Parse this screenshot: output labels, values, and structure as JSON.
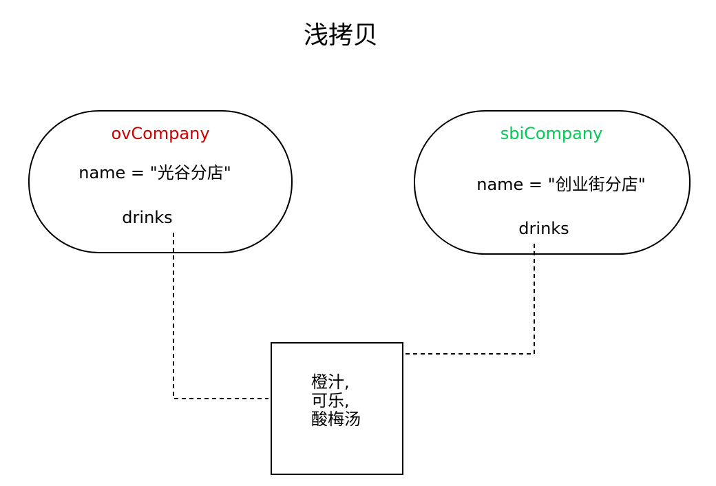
{
  "title": "浅拷贝",
  "objects": [
    {
      "name": "ovCompany",
      "color": "#cc0000",
      "name_field": "name = \"光谷分店\"",
      "drinks_field": "drinks"
    },
    {
      "name": "sbiCompany",
      "color": "#00cc55",
      "name_field": "name = \"创业街分店\"",
      "drinks_field": "drinks"
    }
  ],
  "shared_box": {
    "lines": [
      "橙汁,",
      "可乐,",
      "酸梅汤"
    ]
  }
}
